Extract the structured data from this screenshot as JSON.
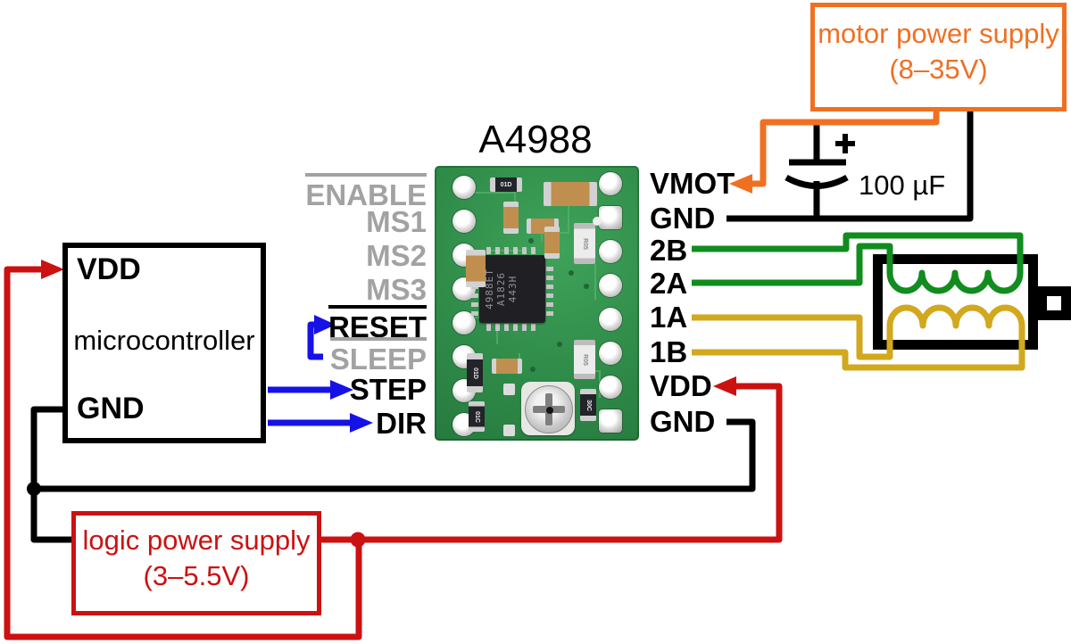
{
  "title": "A4988",
  "left_pins": [
    {
      "label": "ENABLE",
      "overline": true,
      "muted": true
    },
    {
      "label": "MS1",
      "overline": false,
      "muted": true
    },
    {
      "label": "MS2",
      "overline": false,
      "muted": true
    },
    {
      "label": "MS3",
      "overline": false,
      "muted": true
    },
    {
      "label": "RESET",
      "overline": true,
      "muted": false
    },
    {
      "label": "SLEEP",
      "overline": true,
      "muted": true
    },
    {
      "label": "STEP",
      "overline": false,
      "muted": false
    },
    {
      "label": "DIR",
      "overline": false,
      "muted": false
    }
  ],
  "right_pins": [
    {
      "label": "VMOT"
    },
    {
      "label": "GND"
    },
    {
      "label": "2B"
    },
    {
      "label": "2A"
    },
    {
      "label": "1A"
    },
    {
      "label": "1B"
    },
    {
      "label": "VDD"
    },
    {
      "label": "GND"
    }
  ],
  "microcontroller": {
    "title": "microcontroller",
    "pin_top": "VDD",
    "pin_bottom": "GND"
  },
  "motor_supply": {
    "line1": "motor power supply",
    "line2": "(8–35V)"
  },
  "logic_supply": {
    "line1": "logic power supply",
    "line2": "(3–5.5V)"
  },
  "capacitor": {
    "value": "100 µF",
    "polarity": "+"
  },
  "board": {
    "chip_lines": [
      "4988ET",
      "A1826",
      "443H"
    ],
    "smd": [
      "01D",
      "01D",
      "01C",
      "30C",
      "R05",
      "R05"
    ]
  },
  "colors": {
    "wire_red": "#cc1111",
    "wire_black": "#000000",
    "wire_blue": "#1512e8",
    "wire_green": "#118c1e",
    "wire_yellow": "#d2a81e",
    "wire_orange": "#f07022",
    "muted_label": "#a2a2a4",
    "board_green": "#2f8c49"
  }
}
